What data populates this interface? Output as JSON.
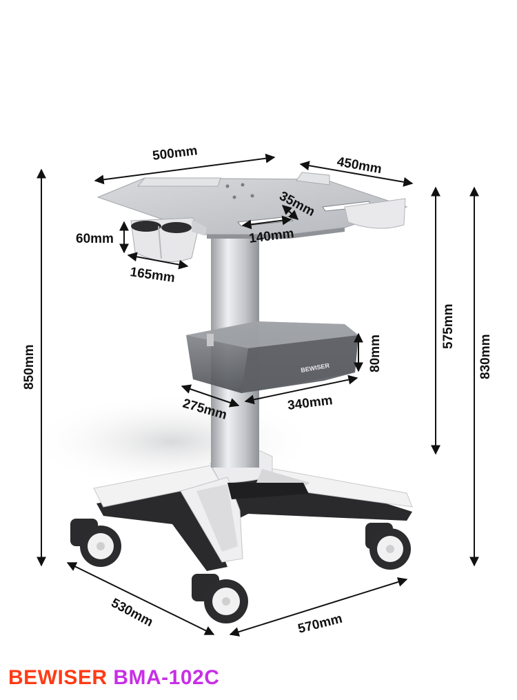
{
  "caption": {
    "brand": "BEWISER",
    "model": "BMA-102C"
  },
  "basket_brand": "BEWISER",
  "dimensions": {
    "tray_width": "500mm",
    "tray_depth": "450mm",
    "slot_width": "35mm",
    "slot_length": "140mm",
    "holder_height": "60mm",
    "holder_width": "165mm",
    "total_height": "850mm",
    "column_height": "575mm",
    "tray_height": "830mm",
    "basket_height": "80mm",
    "basket_depth": "275mm",
    "basket_width": "340mm",
    "base_depth": "530mm",
    "base_width": "570mm"
  },
  "colors": {
    "brand": "#ff3b16",
    "model": "#c82ee6"
  }
}
